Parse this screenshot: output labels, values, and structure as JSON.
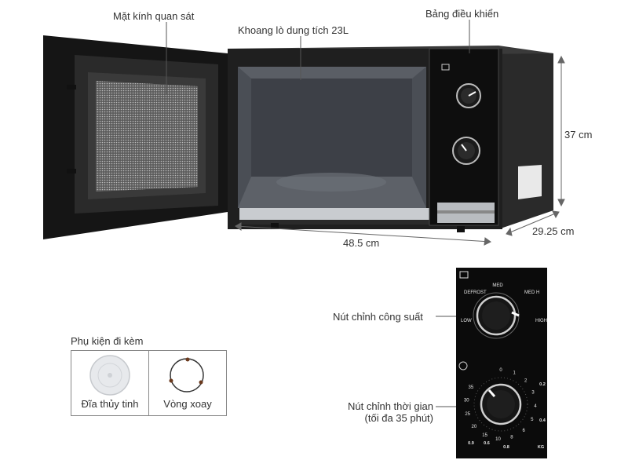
{
  "labels": {
    "window_glass": "Mặt kính quan sát",
    "cavity": "Khoang lò dung tích 23L",
    "control_panel": "Bảng điều khiển",
    "height": "37 cm",
    "width": "48.5 cm",
    "depth": "29.25 cm",
    "power_knob": "Nút chỉnh công suất",
    "timer_knob_line1": "Nút chỉnh thời gian",
    "timer_knob_line2": "(tối đa 35 phút)"
  },
  "accessories": {
    "title": "Phụ kiện đi kèm",
    "items": [
      {
        "label": "Đĩa thủy tinh",
        "icon": "glass-plate-icon"
      },
      {
        "label": "Vòng xoay",
        "icon": "roller-ring-icon"
      }
    ]
  },
  "panel": {
    "power_marks": {
      "defrost": "DEFROST",
      "med": "MED",
      "med_high": "MED H",
      "low": "LOW",
      "high": "HIGH"
    },
    "timer_marks": [
      "0",
      "1",
      "2",
      "3",
      "4",
      "5",
      "6",
      "8",
      "10",
      "15",
      "20",
      "25",
      "30",
      "35"
    ],
    "weight_marks": [
      "0.2",
      "0.4",
      "0.6",
      "0.8",
      "0.9",
      "KG"
    ]
  }
}
